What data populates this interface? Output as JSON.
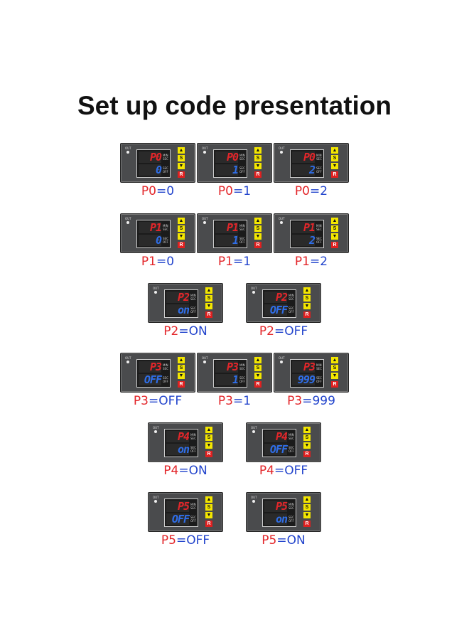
{
  "title": "Set up code presentation",
  "device": {
    "out_label": "OUT",
    "unit_top": "MIN SEC",
    "unit_bottom": "SEC OFF",
    "btn_up": "▲",
    "btn_set": "S",
    "btn_down": "▼",
    "btn_reset": "R"
  },
  "rows": [
    [
      {
        "code": "P0",
        "value": "0",
        "top": "P0",
        "bottom": "0"
      },
      {
        "code": "P0",
        "value": "1",
        "top": "P0",
        "bottom": "1"
      },
      {
        "code": "P0",
        "value": "2",
        "top": "P0",
        "bottom": "2"
      }
    ],
    [
      {
        "code": "P1",
        "value": "0",
        "top": "P1",
        "bottom": "0"
      },
      {
        "code": "P1",
        "value": "1",
        "top": "P1",
        "bottom": "1"
      },
      {
        "code": "P1",
        "value": "2",
        "top": "P1",
        "bottom": "2"
      }
    ],
    [
      {
        "code": "P2",
        "value": "ON",
        "top": "P2",
        "bottom": "on"
      },
      {
        "code": "P2",
        "value": "OFF",
        "top": "P2",
        "bottom": "OFF"
      }
    ],
    [
      {
        "code": "P3",
        "value": "OFF",
        "top": "P3",
        "bottom": "OFF"
      },
      {
        "code": "P3",
        "value": "1",
        "top": "P3",
        "bottom": "1"
      },
      {
        "code": "P3",
        "value": "999",
        "top": "P3",
        "bottom": "999"
      }
    ],
    [
      {
        "code": "P4",
        "value": "ON",
        "top": "P4",
        "bottom": "on"
      },
      {
        "code": "P4",
        "value": "OFF",
        "top": "P4",
        "bottom": "OFF"
      }
    ],
    [
      {
        "code": "P5",
        "value": "OFF",
        "top": "P5",
        "bottom": "OFF"
      },
      {
        "code": "P5",
        "value": "ON",
        "top": "P5",
        "bottom": "on"
      }
    ]
  ],
  "equals": "=",
  "colors": {
    "code": "#e3262a",
    "value": "#2244cc"
  }
}
